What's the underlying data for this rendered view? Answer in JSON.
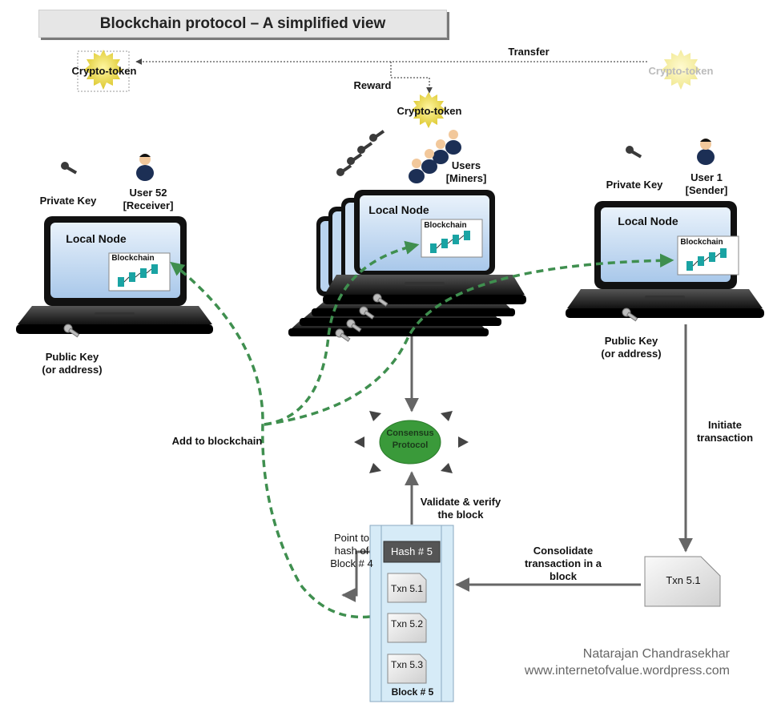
{
  "title": "Blockchain protocol – A simplified view",
  "tokens": {
    "left": "Crypto-token",
    "center": "Crypto-token",
    "right": "Crypto-token"
  },
  "flows": {
    "transfer": "Transfer",
    "reward": "Reward",
    "add_to_blockchain": "Add to blockchain",
    "initiate_transaction": [
      "Initiate",
      "transaction"
    ],
    "validate_verify": [
      "Validate & verify",
      "the block"
    ],
    "consolidate": [
      "Consolidate",
      "transaction in a",
      "block"
    ],
    "point_to_hash": [
      "Point to",
      "hash of",
      "Block # 4"
    ]
  },
  "receiver": {
    "private_key": "Private Key",
    "user": [
      "User 52",
      "[Receiver]"
    ],
    "public_key": [
      "Public Key",
      "(or address)"
    ],
    "local_node": "Local Node",
    "blockchain": "Blockchain"
  },
  "miners": {
    "users": [
      "Users",
      "[Miners]"
    ],
    "local_node": "Local Node",
    "blockchain": "Blockchain"
  },
  "sender": {
    "private_key": "Private Key",
    "user": [
      "User 1",
      "[Sender]"
    ],
    "public_key": [
      "Public Key",
      "(or address)"
    ],
    "local_node": "Local Node",
    "blockchain": "Blockchain"
  },
  "consensus": [
    "Consensus",
    "Protocol"
  ],
  "block": {
    "hash": "Hash # 5",
    "txns": [
      "Txn 5.1",
      "Txn 5.2",
      "Txn 5.3"
    ],
    "label": "Block # 5"
  },
  "pending_txn": "Txn 5.1",
  "credit": [
    "Natarajan Chandrasekhar",
    "www.internetofvalue.wordpress.com"
  ],
  "colors": {
    "dashed_flow": "#3f8f4f",
    "arrow": "#666666",
    "consensus_fill": "#3a9a3a",
    "block_panel": "#d6ebf7",
    "token": "#e4d43a"
  }
}
